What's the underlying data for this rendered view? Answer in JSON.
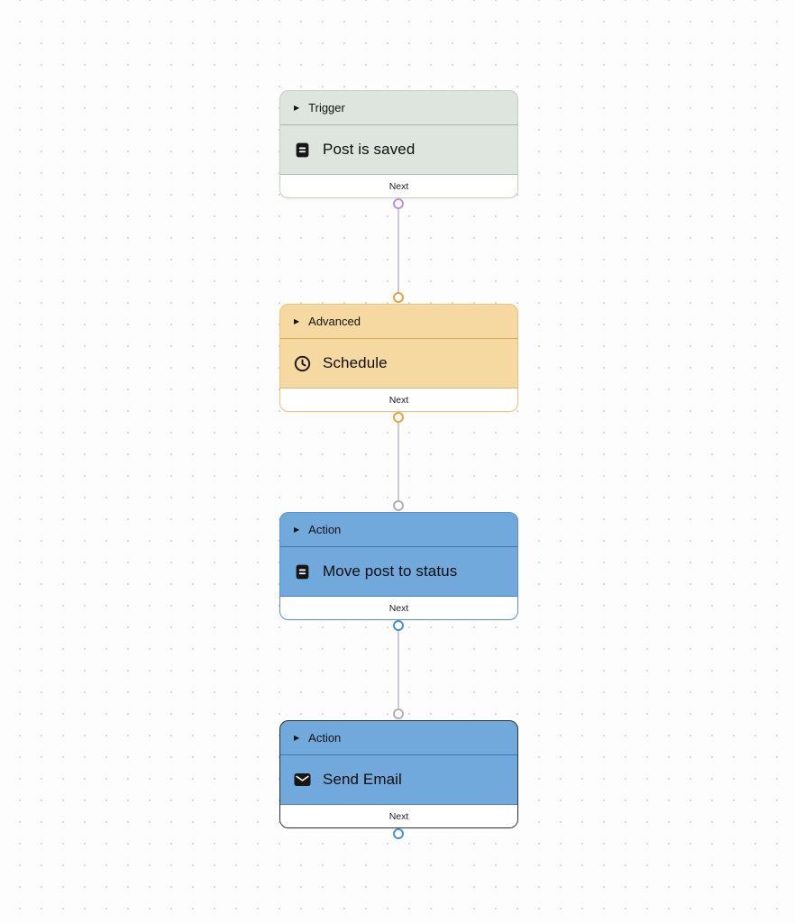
{
  "canvas": {
    "background": "#fdfdfd",
    "dot_color": "#d6d6d6",
    "edge_color": "#ccc8d6"
  },
  "nodes": [
    {
      "category": "Trigger",
      "title": "Post is saved",
      "footer_label": "Next",
      "icon": "document-icon",
      "bg": "#dee4de",
      "border": "#c6d0c6",
      "divider": "#a9b6a9",
      "handle_color": "#bd93d8"
    },
    {
      "category": "Advanced",
      "title": "Schedule",
      "footer_label": "Next",
      "icon": "clock-icon",
      "bg": "#f6d8a1",
      "border": "#e9c47c",
      "divider": "#d5a94f",
      "handle_color": "#e2a443"
    },
    {
      "category": "Action",
      "title": "Move post to status",
      "footer_label": "Next",
      "icon": "document-icon",
      "bg": "#72a9dc",
      "border": "#5b93c9",
      "divider": "#3c7ab6",
      "handle_color": "#4a8fd6"
    },
    {
      "category": "Action",
      "title": "Send Email",
      "footer_label": "Next",
      "icon": "envelope-icon",
      "bg": "#72a9dc",
      "border": "#2d3338",
      "divider": "#3c7ab6",
      "handle_color": "#4a8fd6",
      "selected": true
    }
  ],
  "handles": {
    "neutral_color": "#b0b0b0"
  }
}
